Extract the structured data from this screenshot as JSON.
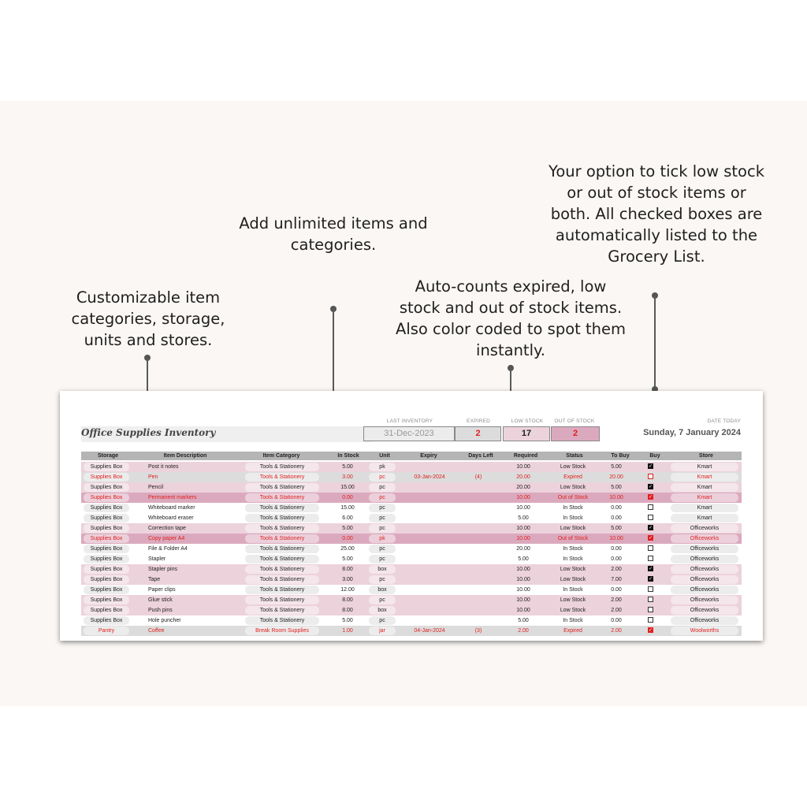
{
  "annotations": {
    "customizable": "Customizable item categories, storage, units and stores.",
    "unlimited": "Add unlimited items and categories.",
    "autocount": "Auto-counts expired, low stock and out of stock items. Also color coded to spot them instantly.",
    "tick": "Your option to tick low stock or out of stock items or both. All checked boxes are automatically listed to the  Grocery List."
  },
  "sheet": {
    "title": "Office Supplies Inventory",
    "labels": {
      "last_inventory": "LAST INVENTORY",
      "expired": "EXPIRED",
      "low_stock": "LOW STOCK",
      "out_of_stock": "OUT OF STOCK",
      "date_today": "DATE TODAY"
    },
    "last_inventory": "31-Dec-2023",
    "expired_count": "2",
    "low_stock_count": "17",
    "out_of_stock_count": "2",
    "date_today": "Sunday, 7 January 2024"
  },
  "columns": [
    "Storage",
    "Item Description",
    "Item Category",
    "In Stock",
    "Unit",
    "Expiry",
    "Days Left",
    "Required",
    "Status",
    "To Buy",
    "Buy",
    "Store"
  ],
  "colors": {
    "low_stock_row": "#ecd2db",
    "out_of_stock_row": "#dba9bd",
    "expired_row": "#dcdcdc",
    "in_stock_row": "#ffffff",
    "alert_text": "#e02020",
    "normal_text": "#222222"
  },
  "rows": [
    {
      "storage": "Supplies Box",
      "item": "Post it notes",
      "category": "Tools & Stationery",
      "in_stock": "5.00",
      "unit": "pk",
      "expiry": "",
      "days_left": "",
      "required": "10.00",
      "status": "Low Stock",
      "to_buy": "5.00",
      "buy": true,
      "store": "Kmart",
      "kind": "low"
    },
    {
      "storage": "Supplies Box",
      "item": "Pen",
      "category": "Tools & Stationery",
      "in_stock": "3.00",
      "unit": "pc",
      "expiry": "03-Jan-2024",
      "days_left": "(4)",
      "required": "20.00",
      "status": "Expired",
      "to_buy": "20.00",
      "buy": false,
      "store": "Kmart",
      "kind": "expired"
    },
    {
      "storage": "Supplies Box",
      "item": "Pencil",
      "category": "Tools & Stationery",
      "in_stock": "15.00",
      "unit": "pc",
      "expiry": "",
      "days_left": "",
      "required": "20.00",
      "status": "Low Stock",
      "to_buy": "5.00",
      "buy": true,
      "store": "Kmart",
      "kind": "low"
    },
    {
      "storage": "Supplies Box",
      "item": "Permanent markers",
      "category": "Tools & Stationery",
      "in_stock": "0.00",
      "unit": "pc",
      "expiry": "",
      "days_left": "",
      "required": "10.00",
      "status": "Out of Stock",
      "to_buy": "10.00",
      "buy": true,
      "store": "Kmart",
      "kind": "out"
    },
    {
      "storage": "Supplies Box",
      "item": "Whiteboard marker",
      "category": "Tools & Stationery",
      "in_stock": "15.00",
      "unit": "pc",
      "expiry": "",
      "days_left": "",
      "required": "10.00",
      "status": "In Stock",
      "to_buy": "0.00",
      "buy": false,
      "store": "Kmart",
      "kind": "in"
    },
    {
      "storage": "Supplies Box",
      "item": "Whiteboard eraser",
      "category": "Tools & Stationery",
      "in_stock": "6.00",
      "unit": "pc",
      "expiry": "",
      "days_left": "",
      "required": "5.00",
      "status": "In Stock",
      "to_buy": "0.00",
      "buy": false,
      "store": "Kmart",
      "kind": "in"
    },
    {
      "storage": "Supplies Box",
      "item": "Correction tape",
      "category": "Tools & Stationery",
      "in_stock": "5.00",
      "unit": "pc",
      "expiry": "",
      "days_left": "",
      "required": "10.00",
      "status": "Low Stock",
      "to_buy": "5.00",
      "buy": true,
      "store": "Officeworks",
      "kind": "low"
    },
    {
      "storage": "Supplies Box",
      "item": "Copy paper A4",
      "category": "Tools & Stationery",
      "in_stock": "0.00",
      "unit": "pk",
      "expiry": "",
      "days_left": "",
      "required": "10.00",
      "status": "Out of Stock",
      "to_buy": "10.00",
      "buy": true,
      "store": "Officeworks",
      "kind": "out"
    },
    {
      "storage": "Supplies Box",
      "item": "File & Folder A4",
      "category": "Tools & Stationery",
      "in_stock": "25.00",
      "unit": "pc",
      "expiry": "",
      "days_left": "",
      "required": "20.00",
      "status": "In Stock",
      "to_buy": "0.00",
      "buy": false,
      "store": "Officeworks",
      "kind": "in"
    },
    {
      "storage": "Supplies Box",
      "item": "Stapler",
      "category": "Tools & Stationery",
      "in_stock": "5.00",
      "unit": "pc",
      "expiry": "",
      "days_left": "",
      "required": "5.00",
      "status": "In Stock",
      "to_buy": "0.00",
      "buy": false,
      "store": "Officeworks",
      "kind": "in"
    },
    {
      "storage": "Supplies Box",
      "item": "Stapler pins",
      "category": "Tools & Stationery",
      "in_stock": "8.00",
      "unit": "box",
      "expiry": "",
      "days_left": "",
      "required": "10.00",
      "status": "Low Stock",
      "to_buy": "2.00",
      "buy": true,
      "store": "Officeworks",
      "kind": "low"
    },
    {
      "storage": "Supplies Box",
      "item": "Tape",
      "category": "Tools & Stationery",
      "in_stock": "3.00",
      "unit": "pc",
      "expiry": "",
      "days_left": "",
      "required": "10.00",
      "status": "Low Stock",
      "to_buy": "7.00",
      "buy": true,
      "store": "Officeworks",
      "kind": "low"
    },
    {
      "storage": "Supplies Box",
      "item": "Paper clips",
      "category": "Tools & Stationery",
      "in_stock": "12.00",
      "unit": "box",
      "expiry": "",
      "days_left": "",
      "required": "10.00",
      "status": "In Stock",
      "to_buy": "0.00",
      "buy": false,
      "store": "Officeworks",
      "kind": "in"
    },
    {
      "storage": "Supplies Box",
      "item": "Glue stick",
      "category": "Tools & Stationery",
      "in_stock": "8.00",
      "unit": "pc",
      "expiry": "",
      "days_left": "",
      "required": "10.00",
      "status": "Low Stock",
      "to_buy": "2.00",
      "buy": false,
      "store": "Officeworks",
      "kind": "low"
    },
    {
      "storage": "Supplies Box",
      "item": "Push pins",
      "category": "Tools & Stationery",
      "in_stock": "8.00",
      "unit": "box",
      "expiry": "",
      "days_left": "",
      "required": "10.00",
      "status": "Low Stock",
      "to_buy": "2.00",
      "buy": false,
      "store": "Officeworks",
      "kind": "low"
    },
    {
      "storage": "Supplies Box",
      "item": "Hole puncher",
      "category": "Tools & Stationery",
      "in_stock": "5.00",
      "unit": "pc",
      "expiry": "",
      "days_left": "",
      "required": "5.00",
      "status": "In Stock",
      "to_buy": "0.00",
      "buy": false,
      "store": "Officeworks",
      "kind": "in"
    },
    {
      "storage": "Pantry",
      "item": "Coffee",
      "category": "Break Room Supplies",
      "in_stock": "1.00",
      "unit": "jar",
      "expiry": "04-Jan-2024",
      "days_left": "(3)",
      "required": "2.00",
      "status": "Expired",
      "to_buy": "2.00",
      "buy": true,
      "store": "Woolworths",
      "kind": "expired"
    }
  ]
}
